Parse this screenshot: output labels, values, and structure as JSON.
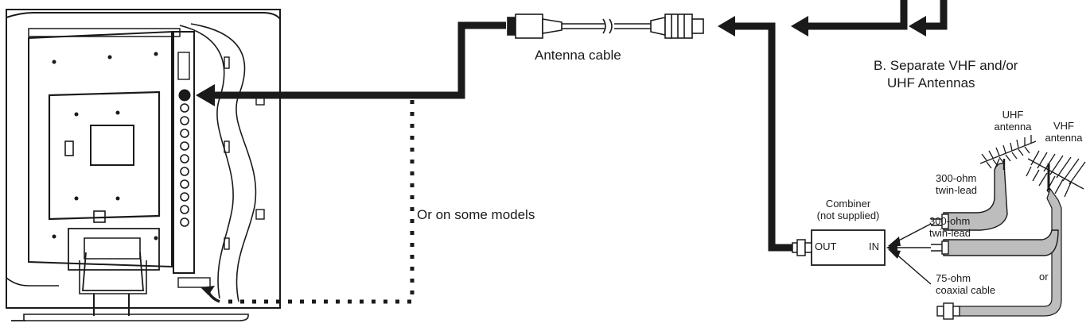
{
  "labels": {
    "antenna_cable": "Antenna cable",
    "section_b_line1": "B. Separate VHF and/or",
    "section_b_line2": "UHF Antennas",
    "uhf_antenna_line1": "UHF",
    "uhf_antenna_line2": "antenna",
    "vhf_antenna_line1": "VHF",
    "vhf_antenna_line2": "antenna",
    "twin_lead_top_line1": "300-ohm",
    "twin_lead_top_line2": "twin-lead",
    "twin_lead_mid_line1": "300-ohm",
    "twin_lead_mid_line2": "twin-lead",
    "coax_line1": "75-ohm",
    "coax_line2": "coaxial cable",
    "or": "or",
    "or_some_models": "Or on some models",
    "combiner_line1": "Combiner",
    "combiner_line2": "(not supplied)",
    "combiner_out": "OUT",
    "combiner_in": "IN"
  },
  "colors": {
    "ink": "#1a1a1a",
    "cable_fill": "#bdbdbd",
    "background": "#ffffff"
  }
}
